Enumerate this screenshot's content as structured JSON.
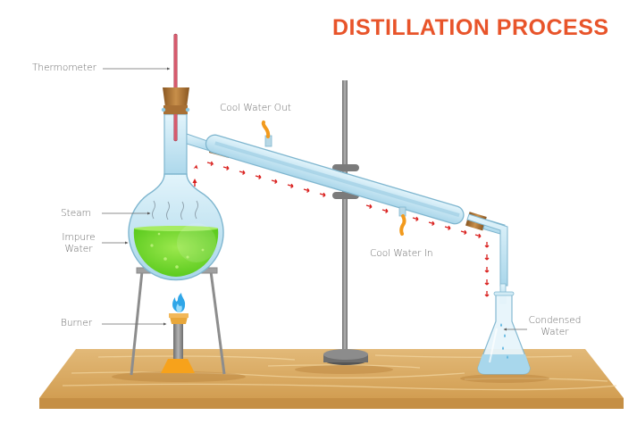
{
  "title": "DISTILLATION PROCESS",
  "colors": {
    "title": "#e8542a",
    "label_text": "#6a6a6a",
    "liquid_green": "#6fd628",
    "glass_blue": "#bfe4f2",
    "flow_arrows": "#d9201e",
    "wood_table": "#d7aa61",
    "burner_base": "#f7a21b",
    "flame": "#2fa6e8",
    "cork": "#b57a3a",
    "metal_stand": "#8a8a8a"
  },
  "labels": {
    "thermometer": "Thermometer",
    "cool_water_out": "Cool Water Out",
    "steam": "Steam",
    "impure_water_line1": "Impure",
    "impure_water_line2": "Water",
    "cool_water_in": "Cool Water In",
    "burner": "Burner",
    "condensed_water_line1": "Condensed",
    "condensed_water_line2": "Water"
  },
  "components": [
    {
      "name": "thermometer",
      "icon": "thermometer-icon"
    },
    {
      "name": "round-bottom-flask",
      "contents": "impure water (green)"
    },
    {
      "name": "tripod-stand"
    },
    {
      "name": "bunsen-burner",
      "icon": "flame-icon"
    },
    {
      "name": "liebig-condenser",
      "ports": [
        "cool water out (top)",
        "cool water in (bottom)"
      ]
    },
    {
      "name": "retort-stand-with-clamp"
    },
    {
      "name": "conical-flask",
      "contents": "condensed water"
    },
    {
      "name": "wooden-table"
    }
  ],
  "flow": {
    "direction": "flask → condenser → conical flask",
    "arrow_glyph": "→"
  }
}
